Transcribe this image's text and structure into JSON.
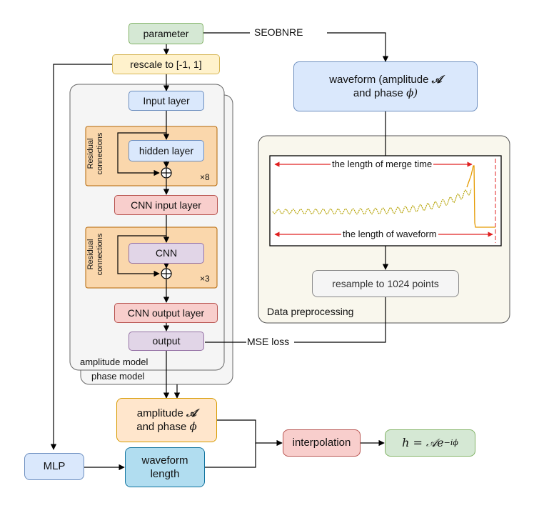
{
  "nodes": {
    "parameter": "parameter",
    "seobnre": "SEOBNRE",
    "rescale": "rescale to [-1, 1]",
    "waveform_top_line1": "waveform (amplitude",
    "waveform_top_A": "𝒜",
    "waveform_top_line2": "and phase",
    "waveform_top_phi": "ϕ)",
    "input_layer": "Input layer",
    "residual_label_1": "Residual\nconnections",
    "hidden_layer": "hidden layer",
    "repeat_1": "×8",
    "cnn_input_layer": "CNN input layer",
    "residual_label_2": "Residual\nconnections",
    "cnn": "CNN",
    "repeat_2": "×3",
    "cnn_output_layer": "CNN output layer",
    "output": "output",
    "amplitude_model": "amplitude model",
    "phase_model": "phase model",
    "mse_loss": "MSE loss",
    "merge_time_label": "the length of merge time",
    "waveform_length_label": "the length of waveform",
    "resample": "resample to 1024 points",
    "data_preprocessing": "Data preprocessing",
    "amp_phase_line1": "amplitude",
    "amp_phase_A": "𝒜",
    "amp_phase_line2": "and phase",
    "amp_phase_phi": "ϕ",
    "interpolation": "interpolation",
    "result_h": "h = 𝒜e",
    "result_exp": "−iϕ",
    "mlp": "MLP",
    "waveform_length_line1": "waveform",
    "waveform_length_line2": "length",
    "plus_symbol": "+"
  },
  "colors": {
    "green": "#d5e8d4",
    "yellow": "#fff2cc",
    "blue": "#dae8fc",
    "red": "#f8cecc",
    "purple": "#e1d5e7",
    "orange": "#ffe6cc",
    "cyan": "#b1ddf0",
    "signal": "#b5a200",
    "signal_tail": "#e59a00",
    "marker_red": "#e02020"
  }
}
